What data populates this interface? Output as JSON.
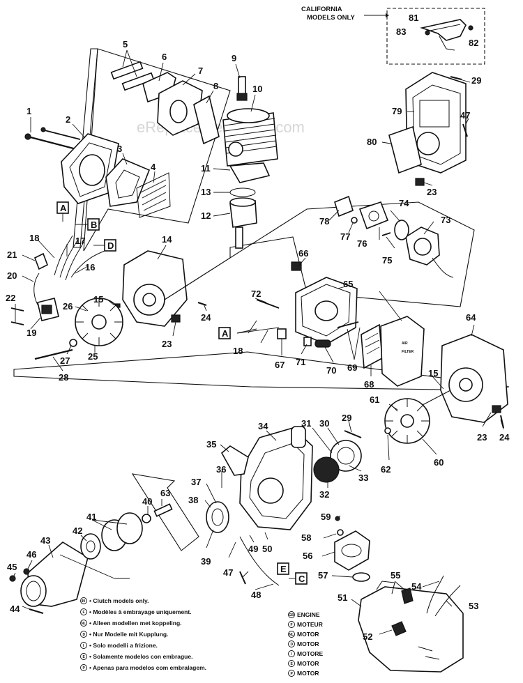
{
  "callout": {
    "line1": "CALIFORNIA",
    "line2": "MODELS ONLY"
  },
  "watermark": "eReplacementParts.com",
  "part_numbers": [
    "1",
    "2",
    "3",
    "4",
    "5",
    "6",
    "7",
    "8",
    "9",
    "10",
    "11",
    "12",
    "13",
    "14",
    "15",
    "15",
    "16",
    "17",
    "18",
    "18",
    "19",
    "20",
    "21",
    "22",
    "23",
    "23",
    "23",
    "24",
    "24",
    "25",
    "26",
    "27",
    "28",
    "29",
    "29",
    "30",
    "31",
    "32",
    "33",
    "34",
    "35",
    "36",
    "37",
    "38",
    "39",
    "40",
    "41",
    "42",
    "43",
    "44",
    "45",
    "46",
    "47",
    "47",
    "48",
    "49",
    "50",
    "51",
    "52",
    "53",
    "54",
    "55",
    "56",
    "57",
    "58",
    "59",
    "60",
    "61",
    "62",
    "63",
    "64",
    "65",
    "66",
    "67",
    "68",
    "69",
    "70",
    "71",
    "72",
    "73",
    "74",
    "75",
    "76",
    "77",
    "78",
    "79",
    "80",
    "81",
    "82",
    "83"
  ],
  "connector_letters": [
    "A",
    "A",
    "B",
    "C",
    "D",
    "E"
  ],
  "notes": [
    {
      "symbol": "49",
      "text": "• Clutch models only."
    },
    {
      "symbol": "F",
      "text": "• Modèles à embrayage uniquement."
    },
    {
      "symbol": "NL",
      "text": "• Alleen modellen met koppeling."
    },
    {
      "symbol": "D",
      "text": "• Nur Modelle mit Kupplung."
    },
    {
      "symbol": "I",
      "text": "• Solo modelli a frizione."
    },
    {
      "symbol": "E",
      "text": "• Solamente modelos con embrague."
    },
    {
      "symbol": "P",
      "text": "• Apenas para modelos com embralagem."
    }
  ],
  "legend": [
    {
      "symbol": "GB",
      "text": "ENGINE"
    },
    {
      "symbol": "F",
      "text": "MOTEUR"
    },
    {
      "symbol": "NL",
      "text": "MOTOR"
    },
    {
      "symbol": "D",
      "text": "MOTOR"
    },
    {
      "symbol": "I",
      "text": "MOTORE"
    },
    {
      "symbol": "E",
      "text": "MOTOR"
    },
    {
      "symbol": "P",
      "text": "MOTOR"
    }
  ]
}
